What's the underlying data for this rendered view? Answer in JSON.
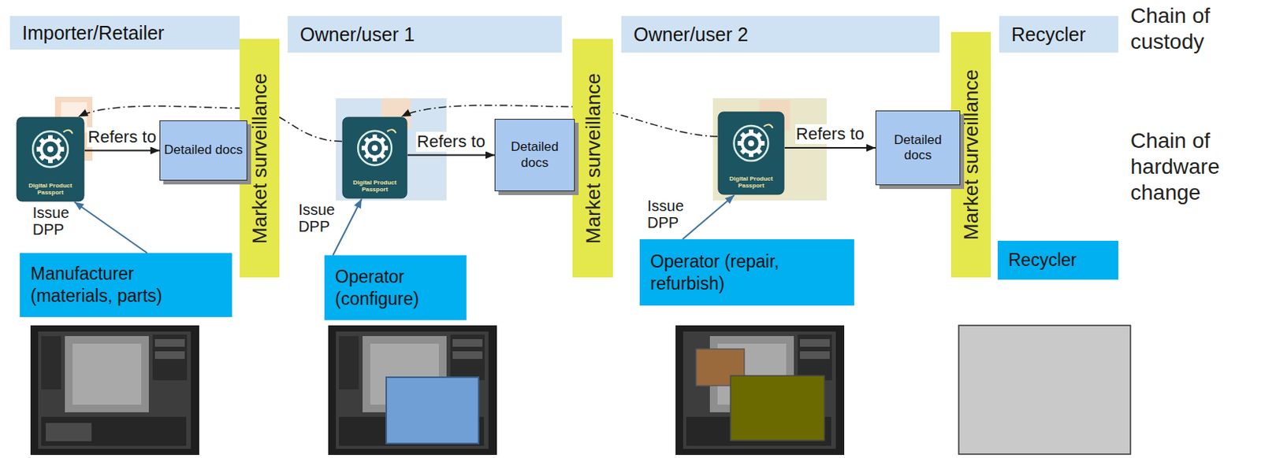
{
  "diagram": {
    "nodes": [
      {
        "text": [
          "Importer/Retailer"
        ]
      },
      {
        "text": [
          "Owner/user 1"
        ]
      },
      {
        "text": [
          "Owner/user 2"
        ]
      },
      {
        "text": [
          "Recycler"
        ]
      },
      {
        "text": [
          "Market surveillance"
        ]
      },
      {
        "text": [
          "Market surveillance"
        ]
      },
      {
        "text": [
          "Market surveillance"
        ]
      },
      {
        "text": [
          "Digital Product Passport"
        ]
      },
      {
        "text": [
          "Detailed docs"
        ]
      },
      {
        "text": [
          "Digital Product Passport"
        ]
      },
      {
        "text": [
          "Detailed docs"
        ]
      },
      {
        "text": [
          "Digital Product Passport"
        ]
      },
      {
        "text": [
          "Detailed docs"
        ]
      },
      {
        "text": [
          "Manufacturer (materials, parts)"
        ]
      },
      {
        "text": [
          "Operator (configure)"
        ]
      },
      {
        "text": [
          "Operator (repair, refurbish)"
        ]
      },
      {
        "text": [
          "Recycler"
        ]
      }
    ],
    "edges": [
      {
        "from": 7,
        "to": 8,
        "arrow": "to",
        "label": "Refers to"
      },
      {
        "from": 9,
        "to": 10,
        "arrow": "to",
        "label": "Refers to"
      },
      {
        "from": 11,
        "to": 12,
        "arrow": "to",
        "label": "Refers to"
      },
      {
        "from": 13,
        "to": 7,
        "arrow": "to",
        "label": "Issue DPP"
      },
      {
        "from": 14,
        "to": 9,
        "arrow": "to",
        "label": "Issue DPP"
      },
      {
        "from": 15,
        "to": 11,
        "arrow": "to",
        "label": "Issue DPP"
      },
      {
        "from": 9,
        "to": 7,
        "arrow": "to"
      },
      {
        "from": 11,
        "to": 9,
        "arrow": "to"
      }
    ],
    "labels": [
      "Chain of custody",
      "Chain of hardware change"
    ]
  }
}
